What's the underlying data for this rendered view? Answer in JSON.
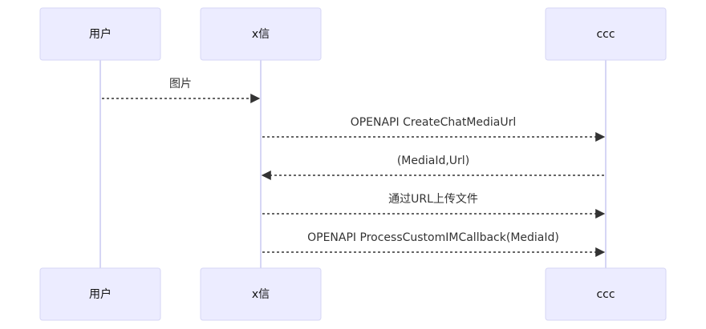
{
  "participants": [
    {
      "id": "user",
      "label": "用户"
    },
    {
      "id": "xin",
      "label": "x信"
    },
    {
      "id": "ccc",
      "label": "ccc"
    }
  ],
  "messages": [
    {
      "from": "user",
      "to": "xin",
      "label": "图片",
      "style": "dashed"
    },
    {
      "from": "xin",
      "to": "ccc",
      "label": "OPENAPI CreateChatMediaUrl",
      "style": "dashed"
    },
    {
      "from": "ccc",
      "to": "xin",
      "label": "(MediaId,Url)",
      "style": "dashed"
    },
    {
      "from": "xin",
      "to": "ccc",
      "label": "通过URL上传文件",
      "style": "dashed"
    },
    {
      "from": "xin",
      "to": "ccc",
      "label": "OPENAPI ProcessCustomIMCallback(MediaId)",
      "style": "dashed"
    }
  ],
  "colors": {
    "actor_fill": "#ececff",
    "actor_border": "#d6d6f5",
    "lifeline": "#d6d6f5",
    "arrow": "#333333",
    "text": "#333333"
  }
}
